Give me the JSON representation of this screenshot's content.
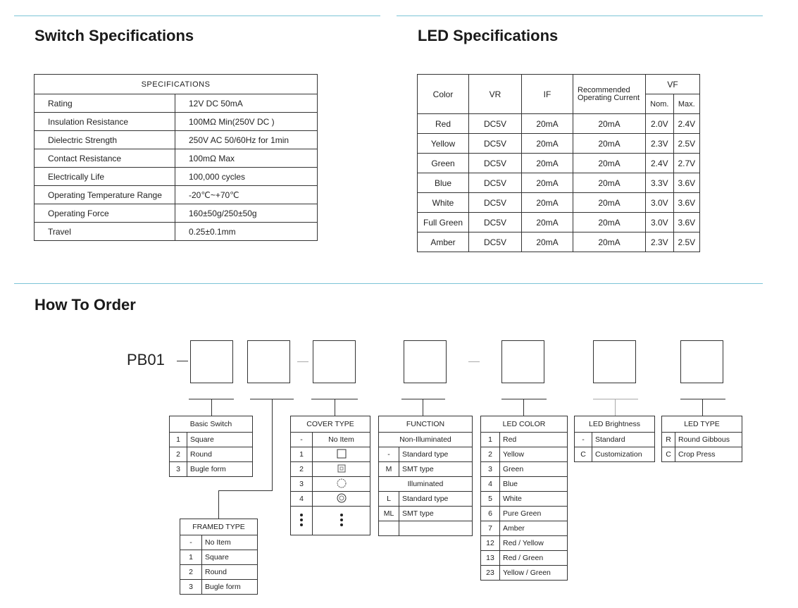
{
  "switch_title": "Switch Specifications",
  "led_title": "LED Specifications",
  "order_title": "How To Order",
  "switch_specs": {
    "header": "SPECIFICATIONS",
    "rows": [
      {
        "label": "Rating",
        "value": "12V DC 50mA"
      },
      {
        "label": "Insulation Resistance",
        "value": "100MΩ Min(250V DC )"
      },
      {
        "label": "Dielectric Strength",
        "value": "250V AC 50/60Hz for 1min"
      },
      {
        "label": "Contact Resistance",
        "value": "100mΩ Max"
      },
      {
        "label": "Electrically Life",
        "value": "100,000 cycles"
      },
      {
        "label": "Operating Temperature Range",
        "value": "-20℃~+70℃"
      },
      {
        "label": "Operating Force",
        "value": "160±50g/250±50g"
      },
      {
        "label": "Travel",
        "value": "0.25±0.1mm"
      }
    ]
  },
  "led_specs": {
    "headers": {
      "color": "Color",
      "vr": "VR",
      "if": "IF",
      "rec": "Recommended Operating Current",
      "vf": "VF",
      "nom": "Nom.",
      "max": "Max."
    },
    "rows": [
      {
        "color": "Red",
        "vr": "DC5V",
        "if": "20mA",
        "rec": "20mA",
        "nom": "2.0V",
        "max": "2.4V"
      },
      {
        "color": "Yellow",
        "vr": "DC5V",
        "if": "20mA",
        "rec": "20mA",
        "nom": "2.3V",
        "max": "2.5V"
      },
      {
        "color": "Green",
        "vr": "DC5V",
        "if": "20mA",
        "rec": "20mA",
        "nom": "2.4V",
        "max": "2.7V"
      },
      {
        "color": "Blue",
        "vr": "DC5V",
        "if": "20mA",
        "rec": "20mA",
        "nom": "3.3V",
        "max": "3.6V"
      },
      {
        "color": "White",
        "vr": "DC5V",
        "if": "20mA",
        "rec": "20mA",
        "nom": "3.0V",
        "max": "3.6V"
      },
      {
        "color": "Full Green",
        "vr": "DC5V",
        "if": "20mA",
        "rec": "20mA",
        "nom": "3.0V",
        "max": "3.6V"
      },
      {
        "color": "Amber",
        "vr": "DC5V",
        "if": "20mA",
        "rec": "20mA",
        "nom": "2.3V",
        "max": "2.5V"
      }
    ]
  },
  "order": {
    "prefix": "PB01",
    "basic_switch": {
      "title": "Basic Switch",
      "rows": [
        {
          "k": "1",
          "v": "Square"
        },
        {
          "k": "2",
          "v": "Round"
        },
        {
          "k": "3",
          "v": "Bugle form"
        }
      ]
    },
    "framed_type": {
      "title": "FRAMED TYPE",
      "rows": [
        {
          "k": "-",
          "v": "No Item"
        },
        {
          "k": "1",
          "v": "Square"
        },
        {
          "k": "2",
          "v": "Round"
        },
        {
          "k": "3",
          "v": "Bugle form"
        }
      ]
    },
    "cover_type": {
      "title": "COVER TYPE",
      "rows": [
        {
          "k": "-",
          "v": "No Item"
        },
        {
          "k": "1",
          "icon": "square-cap-icon"
        },
        {
          "k": "2",
          "icon": "small-square-cap-icon"
        },
        {
          "k": "3",
          "icon": "dashed-circle-cap-icon"
        },
        {
          "k": "4",
          "icon": "circle-cap-icon"
        },
        {
          "k": "⋮",
          "icon": "more-dots-icon"
        }
      ]
    },
    "function": {
      "title": "FUNCTION",
      "rows": [
        {
          "group": "Non-Illuminated"
        },
        {
          "k": "-",
          "v": "Standard type"
        },
        {
          "k": "M",
          "v": "SMT type"
        },
        {
          "group": "Illuminated"
        },
        {
          "k": "L",
          "v": "Standard type"
        },
        {
          "k": "ML",
          "v": "SMT type"
        },
        {
          "k": "",
          "v": ""
        }
      ]
    },
    "led_color": {
      "title": "LED COLOR",
      "rows": [
        {
          "k": "1",
          "v": "Red"
        },
        {
          "k": "2",
          "v": "Yellow"
        },
        {
          "k": "3",
          "v": "Green"
        },
        {
          "k": "4",
          "v": "Blue"
        },
        {
          "k": "5",
          "v": "White"
        },
        {
          "k": "6",
          "v": "Pure Green"
        },
        {
          "k": "7",
          "v": "Amber"
        },
        {
          "k": "12",
          "v": "Red / Yellow"
        },
        {
          "k": "13",
          "v": "Red / Green"
        },
        {
          "k": "23",
          "v": "Yellow / Green"
        }
      ]
    },
    "led_brightness": {
      "title": "LED Brightness",
      "rows": [
        {
          "k": "-",
          "v": "Standard"
        },
        {
          "k": "C",
          "v": "Customization"
        }
      ]
    },
    "led_type": {
      "title": "LED TYPE",
      "rows": [
        {
          "k": "R",
          "v": "Round Gibbous"
        },
        {
          "k": "C",
          "v": "Crop Press"
        }
      ]
    }
  },
  "colors": {
    "rule": "#7cc4d6",
    "line": "#333333"
  }
}
